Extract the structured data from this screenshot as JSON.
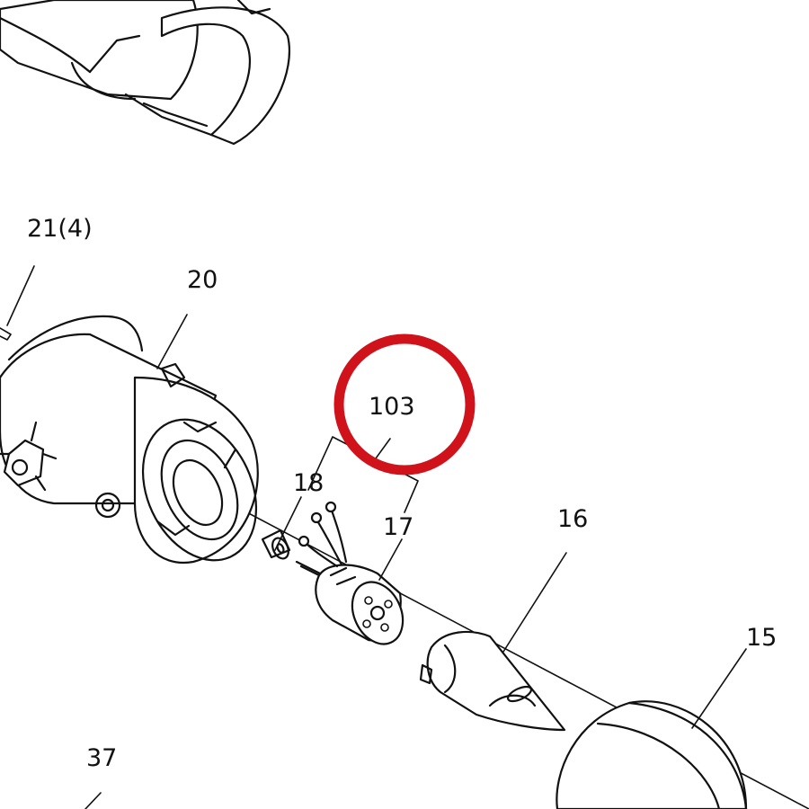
{
  "labels": {
    "callout_103": "103",
    "part_21": "21(4)",
    "part_20": "20",
    "part_18": "18",
    "part_17": "17",
    "part_16": "16",
    "part_15": "15",
    "part_37": "37"
  },
  "highlight_color": "#d0121b",
  "line_color": "#111111"
}
